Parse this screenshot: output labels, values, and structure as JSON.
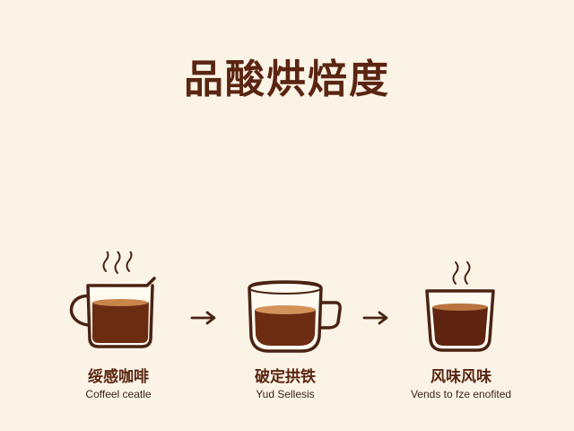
{
  "title": "品酸烘焙度",
  "steps": [
    {
      "label_cn": "绥感咖啡",
      "label_en": "Coffeel ceatle",
      "icon": "coffee-kettle-icon",
      "liquid_color": "#6b2c12",
      "crema_color": "#c9854a"
    },
    {
      "label_cn": "破定拱铁",
      "label_en": "Yud Sellesis",
      "icon": "coffee-mug-icon",
      "liquid_color": "#6b2c12",
      "crema_color": "#d4935a"
    },
    {
      "label_cn": "风味风味",
      "label_en": "Vends to fze enofited",
      "icon": "coffee-glass-icon",
      "liquid_color": "#5e2410",
      "crema_color": "#b9733f"
    }
  ],
  "arrows": [
    "arrow-right-icon",
    "arrow-right-icon"
  ],
  "colors": {
    "background": "#fbf4e6",
    "outline": "#4a2314",
    "title": "#5a2512"
  }
}
